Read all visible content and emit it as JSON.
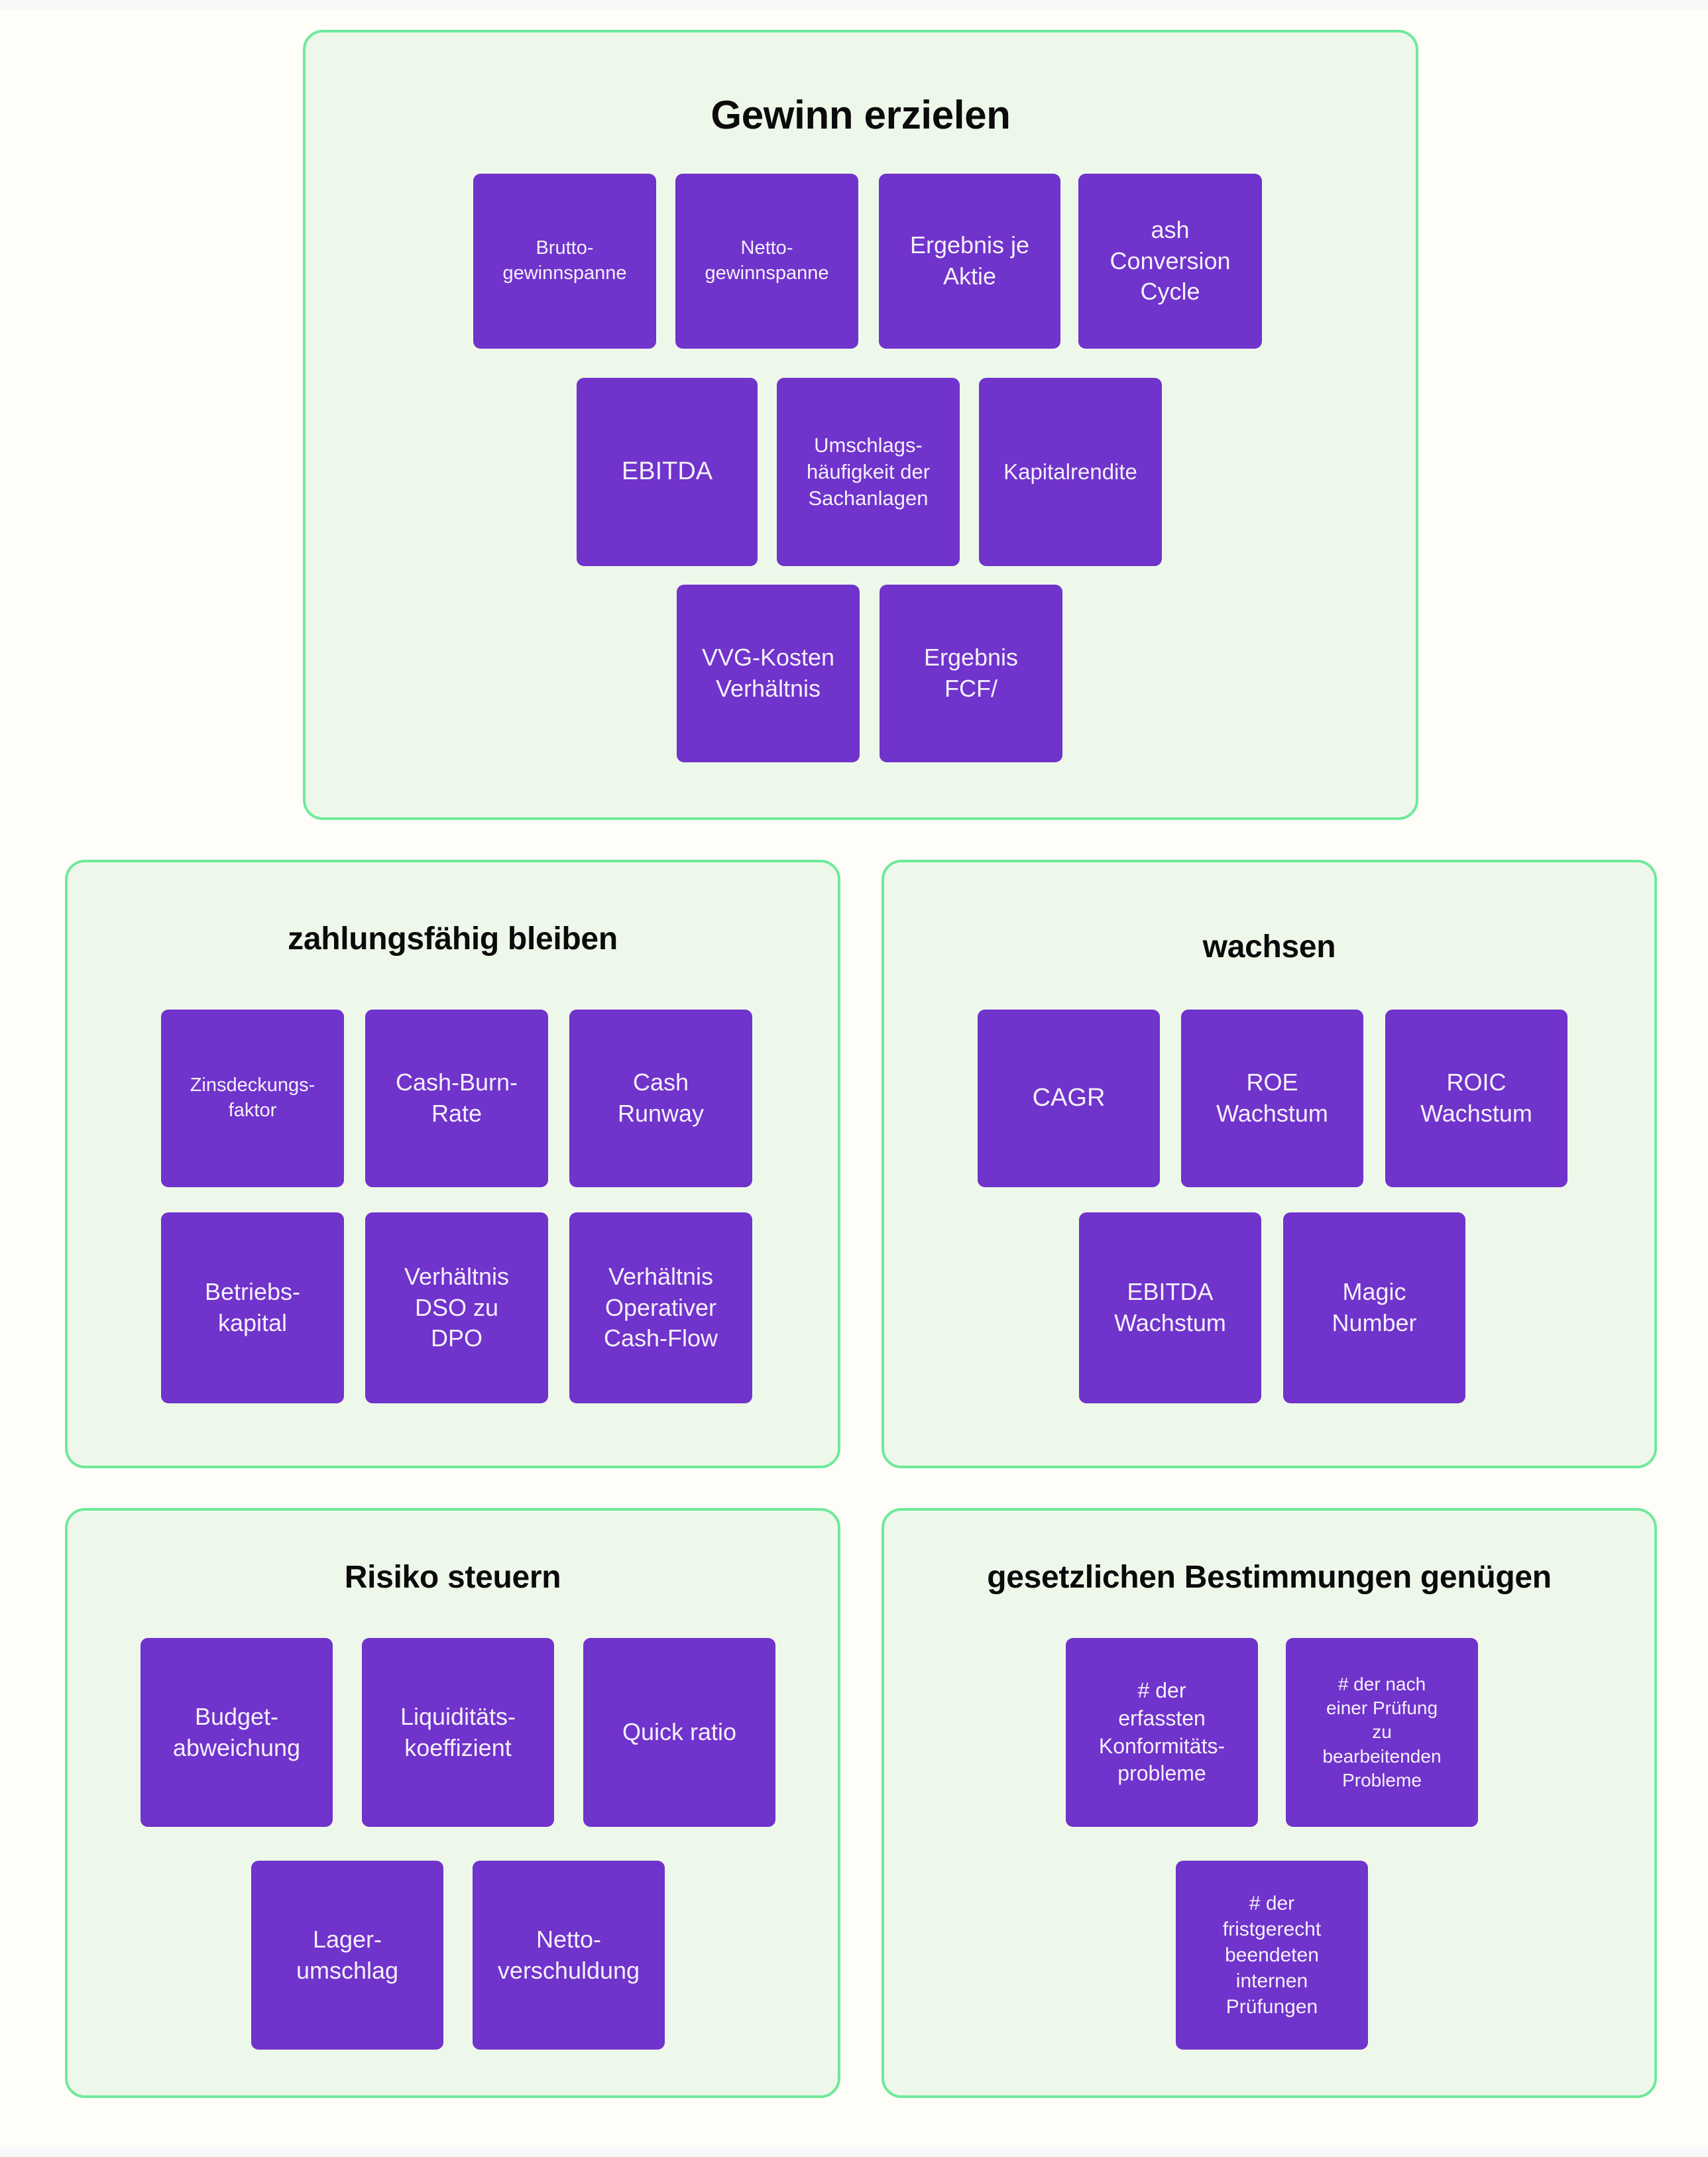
{
  "page": {
    "background_color": "#FFFDF7",
    "panel_fill_color": "#EEF8EA",
    "panel_border_color": "#6FE99B",
    "card_color": "#7033CB",
    "card_text_color": "#F4F0FB",
    "title_color": "#0B0B0B"
  },
  "panels": [
    {
      "id": "gewinn-erzielen",
      "title": "Gewinn erzielen",
      "cards": [
        {
          "label": "Brutto-\ngewinnspanne"
        },
        {
          "label": "Netto-\ngewinnspanne"
        },
        {
          "label": "Ergebnis je\nAktie"
        },
        {
          "label": "ash\nConversion\nCycle"
        },
        {
          "label": "EBITDA"
        },
        {
          "label": "Umschlags-\nhäufigkeit der\nSachanlagen"
        },
        {
          "label": "Kapitalrendite"
        },
        {
          "label": "VVG-Kosten\nVerhältnis"
        },
        {
          "label": "Ergebnis\nFCF/"
        }
      ]
    },
    {
      "id": "zahlungsfaehig-bleiben",
      "title": "zahlungsfähig bleiben",
      "cards": [
        {
          "label": "Zinsdeckungs-\nfaktor"
        },
        {
          "label": "Cash-Burn-\nRate"
        },
        {
          "label": "Cash\nRunway"
        },
        {
          "label": "Betriebs-\nkapital"
        },
        {
          "label": "Verhältnis\nDSO zu\nDPO"
        },
        {
          "label": "Verhältnis\nOperativer\nCash-Flow"
        }
      ]
    },
    {
      "id": "wachsen",
      "title": "wachsen",
      "cards": [
        {
          "label": "CAGR"
        },
        {
          "label": "ROE\nWachstum"
        },
        {
          "label": "ROIC\nWachstum"
        },
        {
          "label": "EBITDA\nWachstum"
        },
        {
          "label": "Magic\nNumber"
        }
      ]
    },
    {
      "id": "risiko-steuern",
      "title": "Risiko steuern",
      "cards": [
        {
          "label": "Budget-\nabweichung"
        },
        {
          "label": "Liquiditäts-\nkoeffizient"
        },
        {
          "label": "Quick ratio"
        },
        {
          "label": "Lager-\numschlag"
        },
        {
          "label": "Netto-\nverschuldung"
        }
      ]
    },
    {
      "id": "gesetzliche-bestimmungen",
      "title": "gesetzlichen Bestimmungen genügen",
      "cards": [
        {
          "label": "# der\nerfassten\nKonformitäts-\nprobleme"
        },
        {
          "label": "# der nach\neiner Prüfung\nzu\nbearbeitenden\nProbleme"
        },
        {
          "label": "# der\nfristgerecht\nbeendeten\ninternen\nPrüfungen"
        }
      ]
    }
  ]
}
